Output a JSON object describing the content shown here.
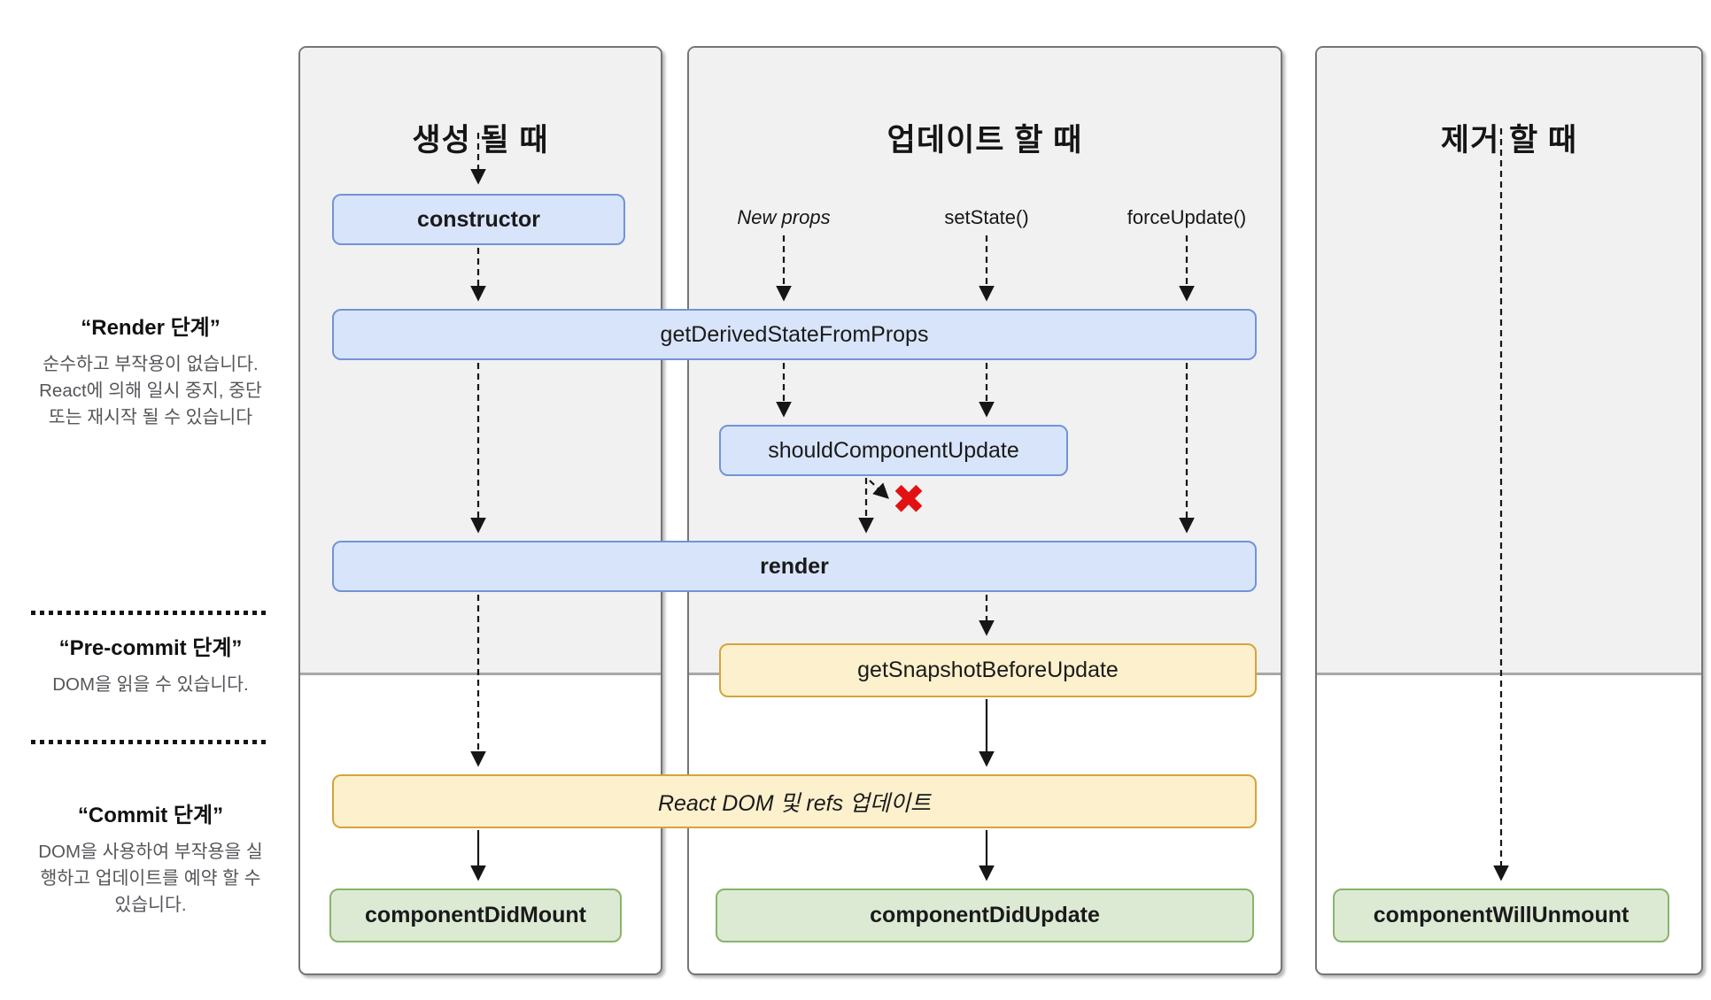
{
  "columns": [
    {
      "title": "생성 될 때"
    },
    {
      "title": "업데이트 할 때"
    },
    {
      "title": "제거 할 때"
    }
  ],
  "phases": {
    "render": {
      "title": "“Render 단계”",
      "body": "순수하고 부작용이 없습니다. React에 의해 일시 중지, 중단 또는 재시작 될 수 있습니다"
    },
    "pre_commit": {
      "title": "“Pre-commit 단계”",
      "body": "DOM을 읽을 수 있습니다."
    },
    "commit": {
      "title": "“Commit 단계”",
      "body": "DOM을 사용하여 부작용을 실행하고 업데이트를 예약 할 수 있습니다."
    }
  },
  "triggers": {
    "new_props": "New props",
    "set_state": "setState()",
    "force_update": "forceUpdate()"
  },
  "nodes": {
    "ctor": "constructor",
    "get_derived": "getDerivedStateFromProps",
    "should_update": "shouldComponentUpdate",
    "render_fn": "render",
    "get_snapshot": "getSnapshotBeforeUpdate",
    "react_dom_update": "React DOM 및 refs 업데이트",
    "did_mount": "componentDidMount",
    "did_update": "componentDidUpdate",
    "will_unmount": "componentWillUnmount"
  },
  "icons": {
    "cancel_x": "✖"
  },
  "colors": {
    "blue_fill": "#d8e4fa",
    "blue_border": "#7293d6",
    "yellow_fill": "#fdf0cd",
    "yellow_border": "#d5a43a",
    "green_fill": "#dcead4",
    "green_border": "#88b46a",
    "red_x": "#e31212",
    "panel_gray": "#f1f1f2",
    "panel_border": "#757575"
  }
}
